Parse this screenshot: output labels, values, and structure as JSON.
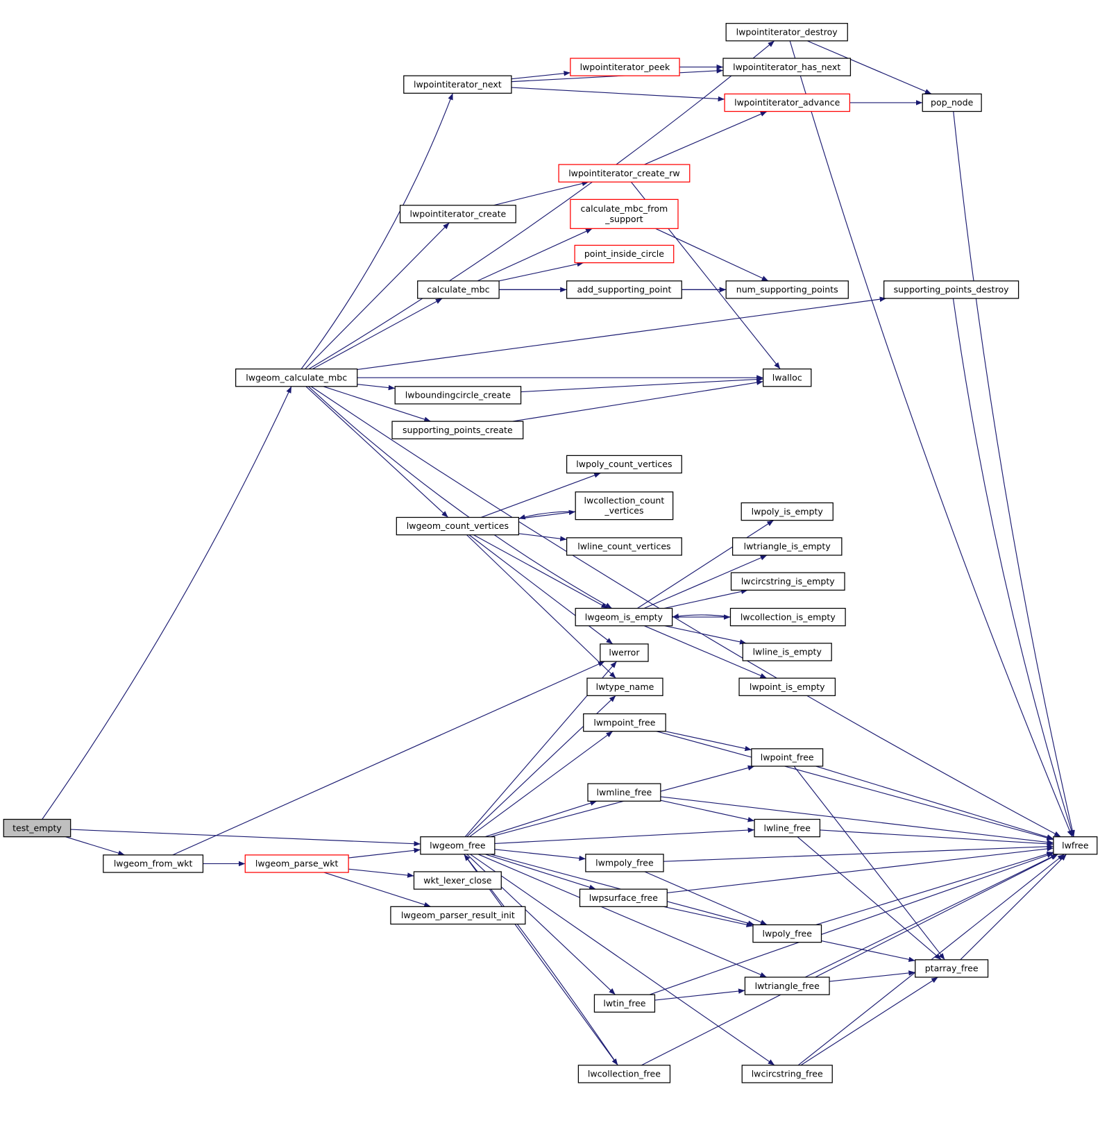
{
  "title": "test_empty call graph",
  "colors": {
    "edge": "#191970",
    "normal_border": "#000000",
    "truncated_border": "#ff0000",
    "root_fill": "#bfbfbf"
  },
  "nodes": [
    {
      "id": "test_empty",
      "lines": [
        "test_empty"
      ],
      "style": "root"
    },
    {
      "id": "lwgeom_calculate_mbc",
      "lines": [
        "lwgeom_calculate_mbc"
      ],
      "style": "normal"
    },
    {
      "id": "lwgeom_from_wkt",
      "lines": [
        "lwgeom_from_wkt"
      ],
      "style": "normal"
    },
    {
      "id": "lwgeom_free",
      "lines": [
        "lwgeom_free"
      ],
      "style": "normal"
    },
    {
      "id": "lwgeom_parse_wkt",
      "lines": [
        "lwgeom_parse_wkt"
      ],
      "style": "red"
    },
    {
      "id": "wkt_lexer_close",
      "lines": [
        "wkt_lexer_close"
      ],
      "style": "normal"
    },
    {
      "id": "lwgeom_parser_result_init",
      "lines": [
        "lwgeom_parser_result_init"
      ],
      "style": "normal"
    },
    {
      "id": "lwpointiterator_next",
      "lines": [
        "lwpointiterator_next"
      ],
      "style": "normal"
    },
    {
      "id": "lwpointiterator_create",
      "lines": [
        "lwpointiterator_create"
      ],
      "style": "normal"
    },
    {
      "id": "calculate_mbc",
      "lines": [
        "calculate_mbc"
      ],
      "style": "normal"
    },
    {
      "id": "lwboundingcircle_create",
      "lines": [
        "lwboundingcircle_create"
      ],
      "style": "normal"
    },
    {
      "id": "supporting_points_create",
      "lines": [
        "supporting_points_create"
      ],
      "style": "normal"
    },
    {
      "id": "lwgeom_count_vertices",
      "lines": [
        "lwgeom_count_vertices"
      ],
      "style": "normal"
    },
    {
      "id": "lwpointiterator_peek",
      "lines": [
        "lwpointiterator_peek"
      ],
      "style": "red"
    },
    {
      "id": "lwpointiterator_create_rw",
      "lines": [
        "lwpointiterator_create_rw"
      ],
      "style": "red"
    },
    {
      "id": "calculate_mbc_from_support",
      "lines": [
        "calculate_mbc_from",
        "_support"
      ],
      "style": "red"
    },
    {
      "id": "point_inside_circle",
      "lines": [
        "point_inside_circle"
      ],
      "style": "red"
    },
    {
      "id": "add_supporting_point",
      "lines": [
        "add_supporting_point"
      ],
      "style": "normal"
    },
    {
      "id": "lwpoly_count_vertices",
      "lines": [
        "lwpoly_count_vertices"
      ],
      "style": "normal"
    },
    {
      "id": "lwcollection_count_vertices",
      "lines": [
        "lwcollection_count",
        "_vertices"
      ],
      "style": "normal"
    },
    {
      "id": "lwline_count_vertices",
      "lines": [
        "lwline_count_vertices"
      ],
      "style": "normal"
    },
    {
      "id": "lwgeom_is_empty",
      "lines": [
        "lwgeom_is_empty"
      ],
      "style": "normal"
    },
    {
      "id": "lwerror",
      "lines": [
        "lwerror"
      ],
      "style": "normal"
    },
    {
      "id": "lwtype_name",
      "lines": [
        "lwtype_name"
      ],
      "style": "normal"
    },
    {
      "id": "lwmpoint_free",
      "lines": [
        "lwmpoint_free"
      ],
      "style": "normal"
    },
    {
      "id": "lwmline_free",
      "lines": [
        "lwmline_free"
      ],
      "style": "normal"
    },
    {
      "id": "lwmpoly_free",
      "lines": [
        "lwmpoly_free"
      ],
      "style": "normal"
    },
    {
      "id": "lwpsurface_free",
      "lines": [
        "lwpsurface_free"
      ],
      "style": "normal"
    },
    {
      "id": "lwtin_free",
      "lines": [
        "lwtin_free"
      ],
      "style": "normal"
    },
    {
      "id": "lwcollection_free",
      "lines": [
        "lwcollection_free"
      ],
      "style": "normal"
    },
    {
      "id": "lwpointiterator_destroy",
      "lines": [
        "lwpointiterator_destroy"
      ],
      "style": "normal"
    },
    {
      "id": "lwpointiterator_has_next",
      "lines": [
        "lwpointiterator_has_next"
      ],
      "style": "normal"
    },
    {
      "id": "lwpointiterator_advance",
      "lines": [
        "lwpointiterator_advance"
      ],
      "style": "red"
    },
    {
      "id": "num_supporting_points",
      "lines": [
        "num_supporting_points"
      ],
      "style": "normal"
    },
    {
      "id": "lwalloc",
      "lines": [
        "lwalloc"
      ],
      "style": "normal"
    },
    {
      "id": "lwpoly_is_empty",
      "lines": [
        "lwpoly_is_empty"
      ],
      "style": "normal"
    },
    {
      "id": "lwtriangle_is_empty",
      "lines": [
        "lwtriangle_is_empty"
      ],
      "style": "normal"
    },
    {
      "id": "lwcircstring_is_empty",
      "lines": [
        "lwcircstring_is_empty"
      ],
      "style": "normal"
    },
    {
      "id": "lwcollection_is_empty",
      "lines": [
        "lwcollection_is_empty"
      ],
      "style": "normal"
    },
    {
      "id": "lwline_is_empty",
      "lines": [
        "lwline_is_empty"
      ],
      "style": "normal"
    },
    {
      "id": "lwpoint_is_empty",
      "lines": [
        "lwpoint_is_empty"
      ],
      "style": "normal"
    },
    {
      "id": "lwpoint_free",
      "lines": [
        "lwpoint_free"
      ],
      "style": "normal"
    },
    {
      "id": "lwline_free",
      "lines": [
        "lwline_free"
      ],
      "style": "normal"
    },
    {
      "id": "lwpoly_free",
      "lines": [
        "lwpoly_free"
      ],
      "style": "normal"
    },
    {
      "id": "lwtriangle_free",
      "lines": [
        "lwtriangle_free"
      ],
      "style": "normal"
    },
    {
      "id": "lwcircstring_free",
      "lines": [
        "lwcircstring_free"
      ],
      "style": "normal"
    },
    {
      "id": "pop_node",
      "lines": [
        "pop_node"
      ],
      "style": "normal"
    },
    {
      "id": "supporting_points_destroy",
      "lines": [
        "supporting_points_destroy"
      ],
      "style": "normal"
    },
    {
      "id": "ptarray_free",
      "lines": [
        "ptarray_free"
      ],
      "style": "normal"
    },
    {
      "id": "lwfree",
      "lines": [
        "lwfree"
      ],
      "style": "normal"
    }
  ],
  "edges": [
    [
      "test_empty",
      "lwgeom_calculate_mbc"
    ],
    [
      "test_empty",
      "lwgeom_free"
    ],
    [
      "test_empty",
      "lwgeom_from_wkt"
    ],
    [
      "lwgeom_calculate_mbc",
      "lwpointiterator_destroy"
    ],
    [
      "lwgeom_calculate_mbc",
      "lwpointiterator_next"
    ],
    [
      "lwgeom_calculate_mbc",
      "supporting_points_destroy"
    ],
    [
      "lwgeom_calculate_mbc",
      "lwpointiterator_create"
    ],
    [
      "lwgeom_calculate_mbc",
      "calculate_mbc"
    ],
    [
      "lwgeom_calculate_mbc",
      "lwalloc"
    ],
    [
      "lwgeom_calculate_mbc",
      "lwboundingcircle_create"
    ],
    [
      "lwgeom_calculate_mbc",
      "supporting_points_create"
    ],
    [
      "lwgeom_calculate_mbc",
      "lwgeom_count_vertices"
    ],
    [
      "lwgeom_calculate_mbc",
      "lwfree"
    ],
    [
      "lwgeom_calculate_mbc",
      "lwgeom_is_empty"
    ],
    [
      "lwpointiterator_next",
      "lwpointiterator_has_next"
    ],
    [
      "lwpointiterator_next",
      "lwpointiterator_peek"
    ],
    [
      "lwpointiterator_next",
      "lwpointiterator_advance"
    ],
    [
      "lwpointiterator_peek",
      "lwpointiterator_has_next"
    ],
    [
      "lwpointiterator_destroy",
      "pop_node"
    ],
    [
      "lwpointiterator_destroy",
      "lwfree"
    ],
    [
      "lwpointiterator_advance",
      "pop_node"
    ],
    [
      "pop_node",
      "lwfree"
    ],
    [
      "lwpointiterator_create",
      "lwpointiterator_create_rw"
    ],
    [
      "lwpointiterator_create_rw",
      "lwpointiterator_advance"
    ],
    [
      "lwpointiterator_create_rw",
      "lwalloc"
    ],
    [
      "calculate_mbc",
      "calculate_mbc_from_support"
    ],
    [
      "calculate_mbc",
      "point_inside_circle"
    ],
    [
      "calculate_mbc",
      "add_supporting_point"
    ],
    [
      "calculate_mbc",
      "num_supporting_points"
    ],
    [
      "calculate_mbc_from_support",
      "num_supporting_points"
    ],
    [
      "add_supporting_point",
      "num_supporting_points"
    ],
    [
      "supporting_points_destroy",
      "lwfree"
    ],
    [
      "lwboundingcircle_create",
      "lwalloc"
    ],
    [
      "supporting_points_create",
      "lwalloc"
    ],
    [
      "lwgeom_count_vertices",
      "lwpoly_count_vertices"
    ],
    [
      "lwgeom_count_vertices",
      "lwcollection_count_vertices"
    ],
    [
      "lwcollection_count_vertices",
      "lwgeom_count_vertices"
    ],
    [
      "lwgeom_count_vertices",
      "lwline_count_vertices"
    ],
    [
      "lwgeom_count_vertices",
      "lwgeom_is_empty"
    ],
    [
      "lwgeom_count_vertices",
      "lwerror"
    ],
    [
      "lwgeom_count_vertices",
      "lwtype_name"
    ],
    [
      "lwgeom_is_empty",
      "lwpoly_is_empty"
    ],
    [
      "lwgeom_is_empty",
      "lwtriangle_is_empty"
    ],
    [
      "lwgeom_is_empty",
      "lwcircstring_is_empty"
    ],
    [
      "lwgeom_is_empty",
      "lwcollection_is_empty"
    ],
    [
      "lwcollection_is_empty",
      "lwgeom_is_empty"
    ],
    [
      "lwgeom_is_empty",
      "lwline_is_empty"
    ],
    [
      "lwgeom_is_empty",
      "lwpoint_is_empty"
    ],
    [
      "lwgeom_from_wkt",
      "lwerror"
    ],
    [
      "lwgeom_from_wkt",
      "lwgeom_parse_wkt"
    ],
    [
      "lwgeom_parse_wkt",
      "lwgeom_free"
    ],
    [
      "lwgeom_parse_wkt",
      "wkt_lexer_close"
    ],
    [
      "lwgeom_parse_wkt",
      "lwgeom_parser_result_init"
    ],
    [
      "lwgeom_free",
      "lwerror"
    ],
    [
      "lwgeom_free",
      "lwtype_name"
    ],
    [
      "lwgeom_free",
      "lwmpoint_free"
    ],
    [
      "lwgeom_free",
      "lwpoint_free"
    ],
    [
      "lwgeom_free",
      "lwmline_free"
    ],
    [
      "lwgeom_free",
      "lwline_free"
    ],
    [
      "lwgeom_free",
      "lwmpoly_free"
    ],
    [
      "lwgeom_free",
      "lwpsurface_free"
    ],
    [
      "lwgeom_free",
      "lwpoly_free"
    ],
    [
      "lwgeom_free",
      "lwtriangle_free"
    ],
    [
      "lwgeom_free",
      "lwtin_free"
    ],
    [
      "lwgeom_free",
      "lwcollection_free"
    ],
    [
      "lwgeom_free",
      "lwcircstring_free"
    ],
    [
      "lwcollection_free",
      "lwgeom_free"
    ],
    [
      "lwmpoint_free",
      "lwpoint_free"
    ],
    [
      "lwmpoint_free",
      "lwfree"
    ],
    [
      "lwpoint_free",
      "ptarray_free"
    ],
    [
      "lwpoint_free",
      "lwfree"
    ],
    [
      "lwmline_free",
      "lwline_free"
    ],
    [
      "lwmline_free",
      "lwfree"
    ],
    [
      "lwline_free",
      "ptarray_free"
    ],
    [
      "lwline_free",
      "lwfree"
    ],
    [
      "lwmpoly_free",
      "lwpoly_free"
    ],
    [
      "lwmpoly_free",
      "lwfree"
    ],
    [
      "lwpsurface_free",
      "lwpoly_free"
    ],
    [
      "lwpsurface_free",
      "lwfree"
    ],
    [
      "lwpoly_free",
      "ptarray_free"
    ],
    [
      "lwpoly_free",
      "lwfree"
    ],
    [
      "lwtriangle_free",
      "ptarray_free"
    ],
    [
      "lwtriangle_free",
      "lwfree"
    ],
    [
      "lwtin_free",
      "lwtriangle_free"
    ],
    [
      "lwtin_free",
      "lwfree"
    ],
    [
      "lwcircstring_free",
      "ptarray_free"
    ],
    [
      "lwcircstring_free",
      "lwfree"
    ],
    [
      "lwcollection_free",
      "lwfree"
    ],
    [
      "ptarray_free",
      "lwfree"
    ]
  ]
}
